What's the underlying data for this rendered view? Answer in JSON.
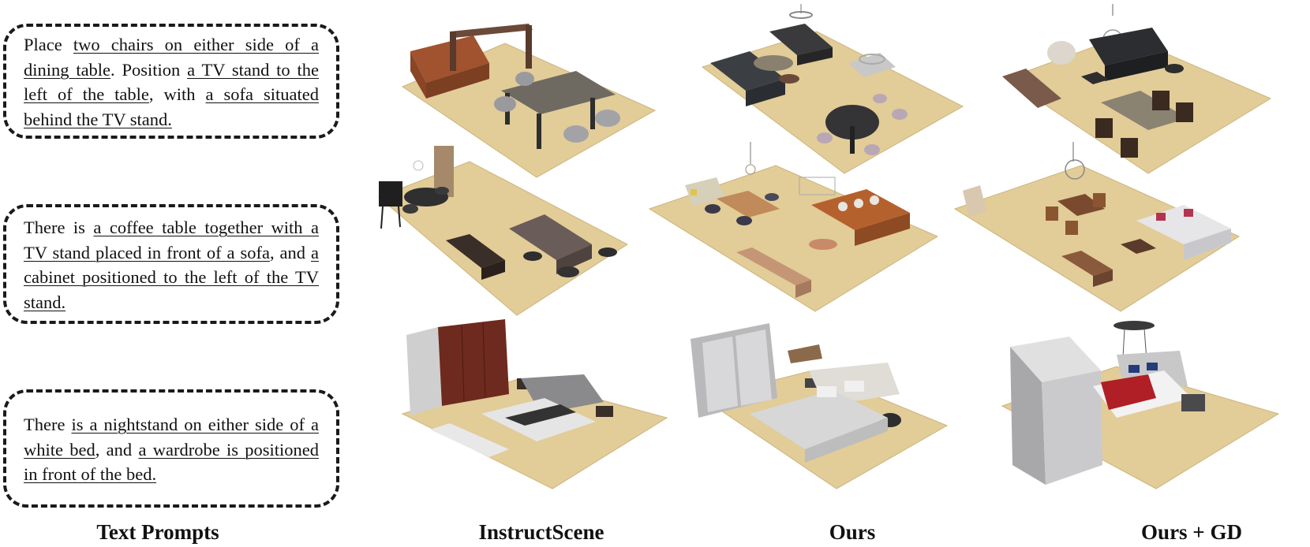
{
  "prompts": [
    {
      "id": "dining",
      "segments": [
        {
          "t": "Place ",
          "u": false
        },
        {
          "t": "two chairs on either side of a dining table",
          "u": true
        },
        {
          "t": ". Position ",
          "u": false
        },
        {
          "t": "a TV stand to the left of the table",
          "u": true
        },
        {
          "t": ", with ",
          "u": false
        },
        {
          "t": "a sofa situated behind the TV stand.",
          "u": true
        }
      ]
    },
    {
      "id": "living",
      "segments": [
        {
          "t": "There is ",
          "u": false
        },
        {
          "t": "a coffee table together with a TV stand placed in front of a sofa",
          "u": true
        },
        {
          "t": ", and ",
          "u": false
        },
        {
          "t": "a cabinet positioned to the left of the TV  stand.",
          "u": true
        }
      ]
    },
    {
      "id": "bedroom",
      "segments": [
        {
          "t": "There ",
          "u": false
        },
        {
          "t": "is a nightstand on either side of a white bed",
          "u": true
        },
        {
          "t": ", and ",
          "u": false
        },
        {
          "t": "a wardrobe is positioned in front of the bed.",
          "u": true
        }
      ]
    }
  ],
  "captions": {
    "prompts": "Text Prompts",
    "instructscene": "InstructScene",
    "ours": "Ours",
    "ours_gd": "Ours + GD"
  },
  "colors": {
    "floor": "#e2cc98",
    "floor_edge": "#cdb47c",
    "wood_dark": "#4a3424",
    "wood_mid": "#8a5a3c",
    "leather": "#a0532e",
    "sofa_dark": "#3b3f44",
    "sofa_white": "#e8e8ea",
    "wardrobe_grey": "#b9b9bb"
  }
}
